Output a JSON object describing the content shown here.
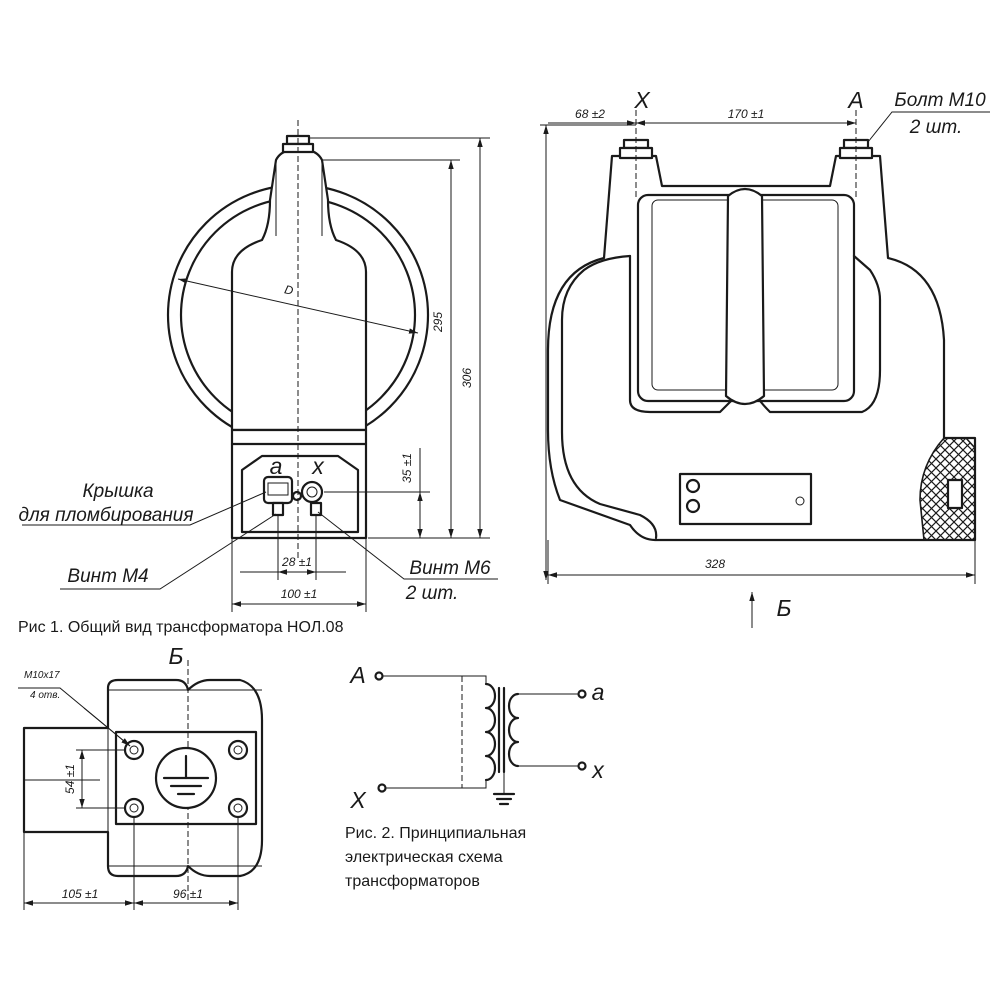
{
  "figure1": {
    "caption": "Рис 1. Общий вид трансформатора НОЛ.08",
    "diameter_symbol": "D",
    "dims": {
      "d295": "295",
      "d306": "306",
      "d35": "35 ±1",
      "d28": "28 ±1",
      "d100": "100 ±1"
    },
    "terminal_a": "a",
    "terminal_x": "x",
    "cover_label_line1": "Крышка",
    "cover_label_line2": "для пломбирования",
    "screw_m4": "Винт М4",
    "screw_m6_line1": "Винт М6",
    "screw_m6_line2": "2 шт."
  },
  "side_view": {
    "terminal_X": "X",
    "terminal_A": "A",
    "bolt_line1": "Болт М10",
    "bolt_line2": "2 шт.",
    "dims": {
      "d68": "68 ±2",
      "d170": "170 ±1",
      "d328": "328"
    },
    "view_letter": "Б"
  },
  "view_b": {
    "view_letter": "Б",
    "thread_line1": "М10х17",
    "thread_line2": "4 отв.",
    "dims": {
      "d54": "54 ±1",
      "d105": "105 ±1",
      "d96": "96 ±1"
    }
  },
  "figure2": {
    "caption_line1": "Рис. 2. Принципиальная",
    "caption_line2": "электрическая схема",
    "caption_line3": "трансформаторов",
    "primary_A": "A",
    "primary_X": "X",
    "secondary_a": "a",
    "secondary_x": "x"
  }
}
